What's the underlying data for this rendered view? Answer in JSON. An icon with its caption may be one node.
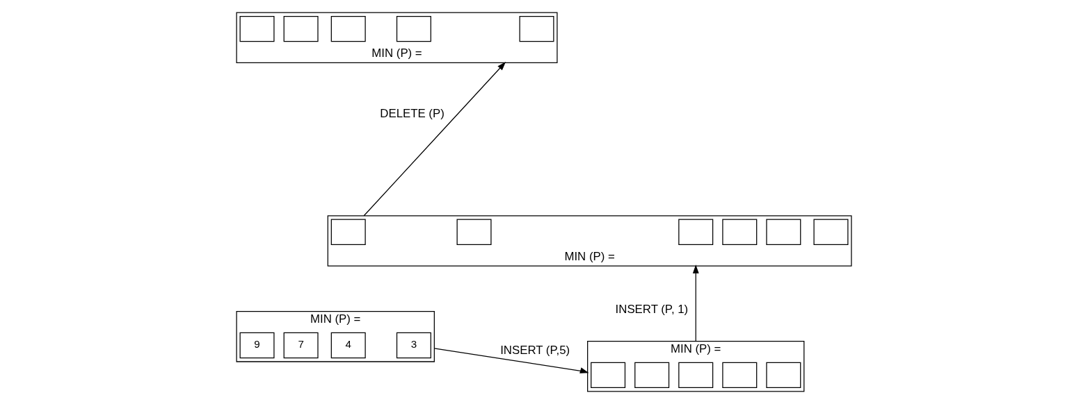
{
  "diagram": {
    "nodes": [
      {
        "text": [
          "MIN (P) ="
        ]
      },
      {
        "text": [
          "9"
        ],
        "in": 0
      },
      {
        "text": [
          "7"
        ],
        "in": 0
      },
      {
        "text": [
          "4"
        ],
        "in": 0
      },
      {
        "text": [
          "3"
        ],
        "in": 0
      },
      {
        "text": [
          "MIN (P) ="
        ]
      },
      {
        "text": [],
        "shape": "box",
        "in": 5
      },
      {
        "text": [],
        "shape": "box",
        "in": 5
      },
      {
        "text": [],
        "shape": "box",
        "in": 5
      },
      {
        "text": [],
        "shape": "box",
        "in": 5
      },
      {
        "text": [],
        "shape": "box",
        "in": 5
      },
      {
        "text": [
          "MIN (P) ="
        ]
      },
      {
        "text": [],
        "shape": "box",
        "in": 11
      },
      {
        "text": [],
        "shape": "box",
        "in": 11
      },
      {
        "text": [],
        "shape": "box",
        "in": 11
      },
      {
        "text": [],
        "shape": "box",
        "in": 11
      },
      {
        "text": [],
        "shape": "box",
        "in": 11
      },
      {
        "text": [
          "MIN (P) ="
        ]
      },
      {
        "text": [],
        "shape": "box",
        "in": 17
      },
      {
        "text": [],
        "shape": "box",
        "in": 17
      },
      {
        "text": [],
        "shape": "box",
        "in": 17
      },
      {
        "text": [],
        "shape": "box",
        "in": 17
      },
      {
        "text": [],
        "shape": "box",
        "in": 17
      },
      {
        "text": [],
        "shape": "box",
        "in": 17
      }
    ],
    "edges": [
      {
        "from": 0,
        "to": 5,
        "arrow": "to",
        "label": "INSERT (P,5)"
      },
      {
        "from": 5,
        "to": 17,
        "arrow": "to",
        "label": "INSERT (P, 1)"
      },
      {
        "from": 17,
        "to": 11,
        "arrow": "to",
        "label": "DELETE (P)"
      }
    ]
  }
}
